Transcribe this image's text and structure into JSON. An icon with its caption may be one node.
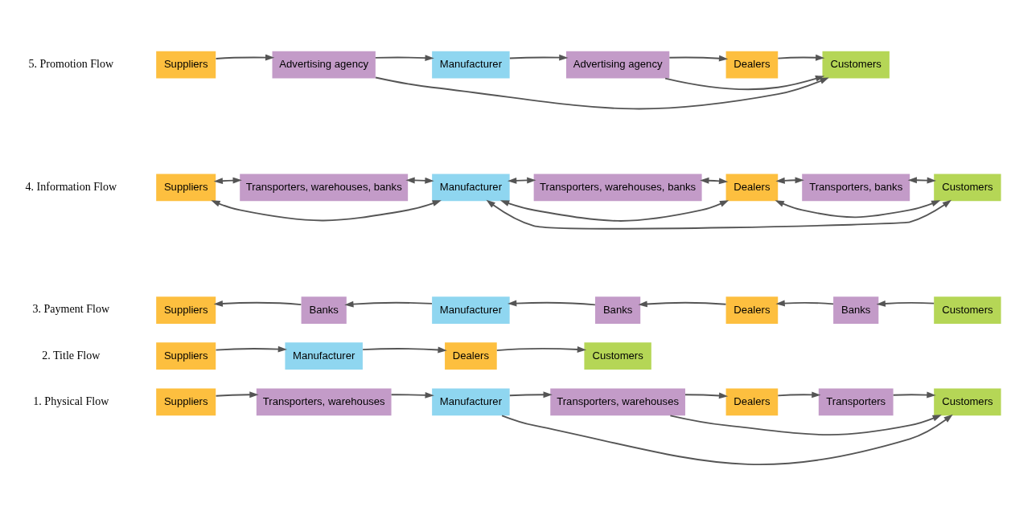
{
  "diagram": {
    "nodes": [
      {
        "text": [
          "Suppliers"
        ]
      },
      {
        "text": [
          "Transporters, warehouses"
        ]
      },
      {
        "text": [
          "Manufacturer"
        ]
      },
      {
        "text": [
          "Transporters, warehouses"
        ]
      },
      {
        "text": [
          "Dealers"
        ]
      },
      {
        "text": [
          "Transporters"
        ]
      },
      {
        "text": [
          "Customers"
        ]
      },
      {
        "text": [
          "Suppliers"
        ]
      },
      {
        "text": [
          "Manufacturer"
        ]
      },
      {
        "text": [
          "Dealers"
        ]
      },
      {
        "text": [
          "Customers"
        ]
      },
      {
        "text": [
          "Suppliers"
        ]
      },
      {
        "text": [
          "Banks"
        ]
      },
      {
        "text": [
          "Manufacturer"
        ]
      },
      {
        "text": [
          "Banks"
        ]
      },
      {
        "text": [
          "Dealers"
        ]
      },
      {
        "text": [
          "Banks"
        ]
      },
      {
        "text": [
          "Customers"
        ]
      },
      {
        "text": [
          "Suppliers"
        ]
      },
      {
        "text": [
          "Transporters, warehouses, banks"
        ]
      },
      {
        "text": [
          "Manufacturer"
        ]
      },
      {
        "text": [
          "Transporters, warehouses, banks"
        ]
      },
      {
        "text": [
          "Dealers"
        ]
      },
      {
        "text": [
          "Transporters, banks"
        ]
      },
      {
        "text": [
          "Customers"
        ]
      },
      {
        "text": [
          "Suppliers"
        ]
      },
      {
        "text": [
          "Advertising agency"
        ]
      },
      {
        "text": [
          "Manufacturer"
        ]
      },
      {
        "text": [
          "Advertising agency"
        ]
      },
      {
        "text": [
          "Dealers"
        ]
      },
      {
        "text": [
          "Customers"
        ]
      }
    ],
    "edges": [
      {
        "from": 0,
        "to": 1,
        "arrow": "to"
      },
      {
        "from": 1,
        "to": 2,
        "arrow": "to"
      },
      {
        "from": 2,
        "to": 3,
        "arrow": "to"
      },
      {
        "from": 3,
        "to": 4,
        "arrow": "to"
      },
      {
        "from": 4,
        "to": 5,
        "arrow": "to"
      },
      {
        "from": 5,
        "to": 6,
        "arrow": "to"
      },
      {
        "from": 2,
        "to": 6,
        "arrow": "to"
      },
      {
        "from": 3,
        "to": 6,
        "arrow": "to"
      },
      {
        "from": 7,
        "to": 8,
        "arrow": "to"
      },
      {
        "from": 8,
        "to": 9,
        "arrow": "to"
      },
      {
        "from": 9,
        "to": 10,
        "arrow": "to"
      },
      {
        "from": 12,
        "to": 11,
        "arrow": "to"
      },
      {
        "from": 13,
        "to": 12,
        "arrow": "to"
      },
      {
        "from": 14,
        "to": 13,
        "arrow": "to"
      },
      {
        "from": 15,
        "to": 14,
        "arrow": "to"
      },
      {
        "from": 16,
        "to": 15,
        "arrow": "to"
      },
      {
        "from": 17,
        "to": 16,
        "arrow": "to"
      },
      {
        "from": 18,
        "to": 19,
        "arrow": "both"
      },
      {
        "from": 19,
        "to": 20,
        "arrow": "both"
      },
      {
        "from": 20,
        "to": 21,
        "arrow": "both"
      },
      {
        "from": 21,
        "to": 22,
        "arrow": "both"
      },
      {
        "from": 22,
        "to": 23,
        "arrow": "both"
      },
      {
        "from": 23,
        "to": 24,
        "arrow": "both"
      },
      {
        "from": 18,
        "to": 20,
        "arrow": "both"
      },
      {
        "from": 20,
        "to": 24,
        "arrow": "both"
      },
      {
        "from": 20,
        "to": 22,
        "arrow": "both"
      },
      {
        "from": 22,
        "to": 24,
        "arrow": "both"
      },
      {
        "from": 25,
        "to": 26,
        "arrow": "to"
      },
      {
        "from": 26,
        "to": 27,
        "arrow": "to"
      },
      {
        "from": 27,
        "to": 28,
        "arrow": "to"
      },
      {
        "from": 28,
        "to": 29,
        "arrow": "to"
      },
      {
        "from": 29,
        "to": 30,
        "arrow": "to"
      },
      {
        "from": 26,
        "to": 30,
        "arrow": "to"
      },
      {
        "from": 28,
        "to": 30,
        "arrow": "to"
      }
    ],
    "labels": [
      "1. Physical Flow",
      "2. Title Flow",
      "3. Payment Flow",
      "4. Information Flow",
      "5. Promotion Flow"
    ]
  }
}
